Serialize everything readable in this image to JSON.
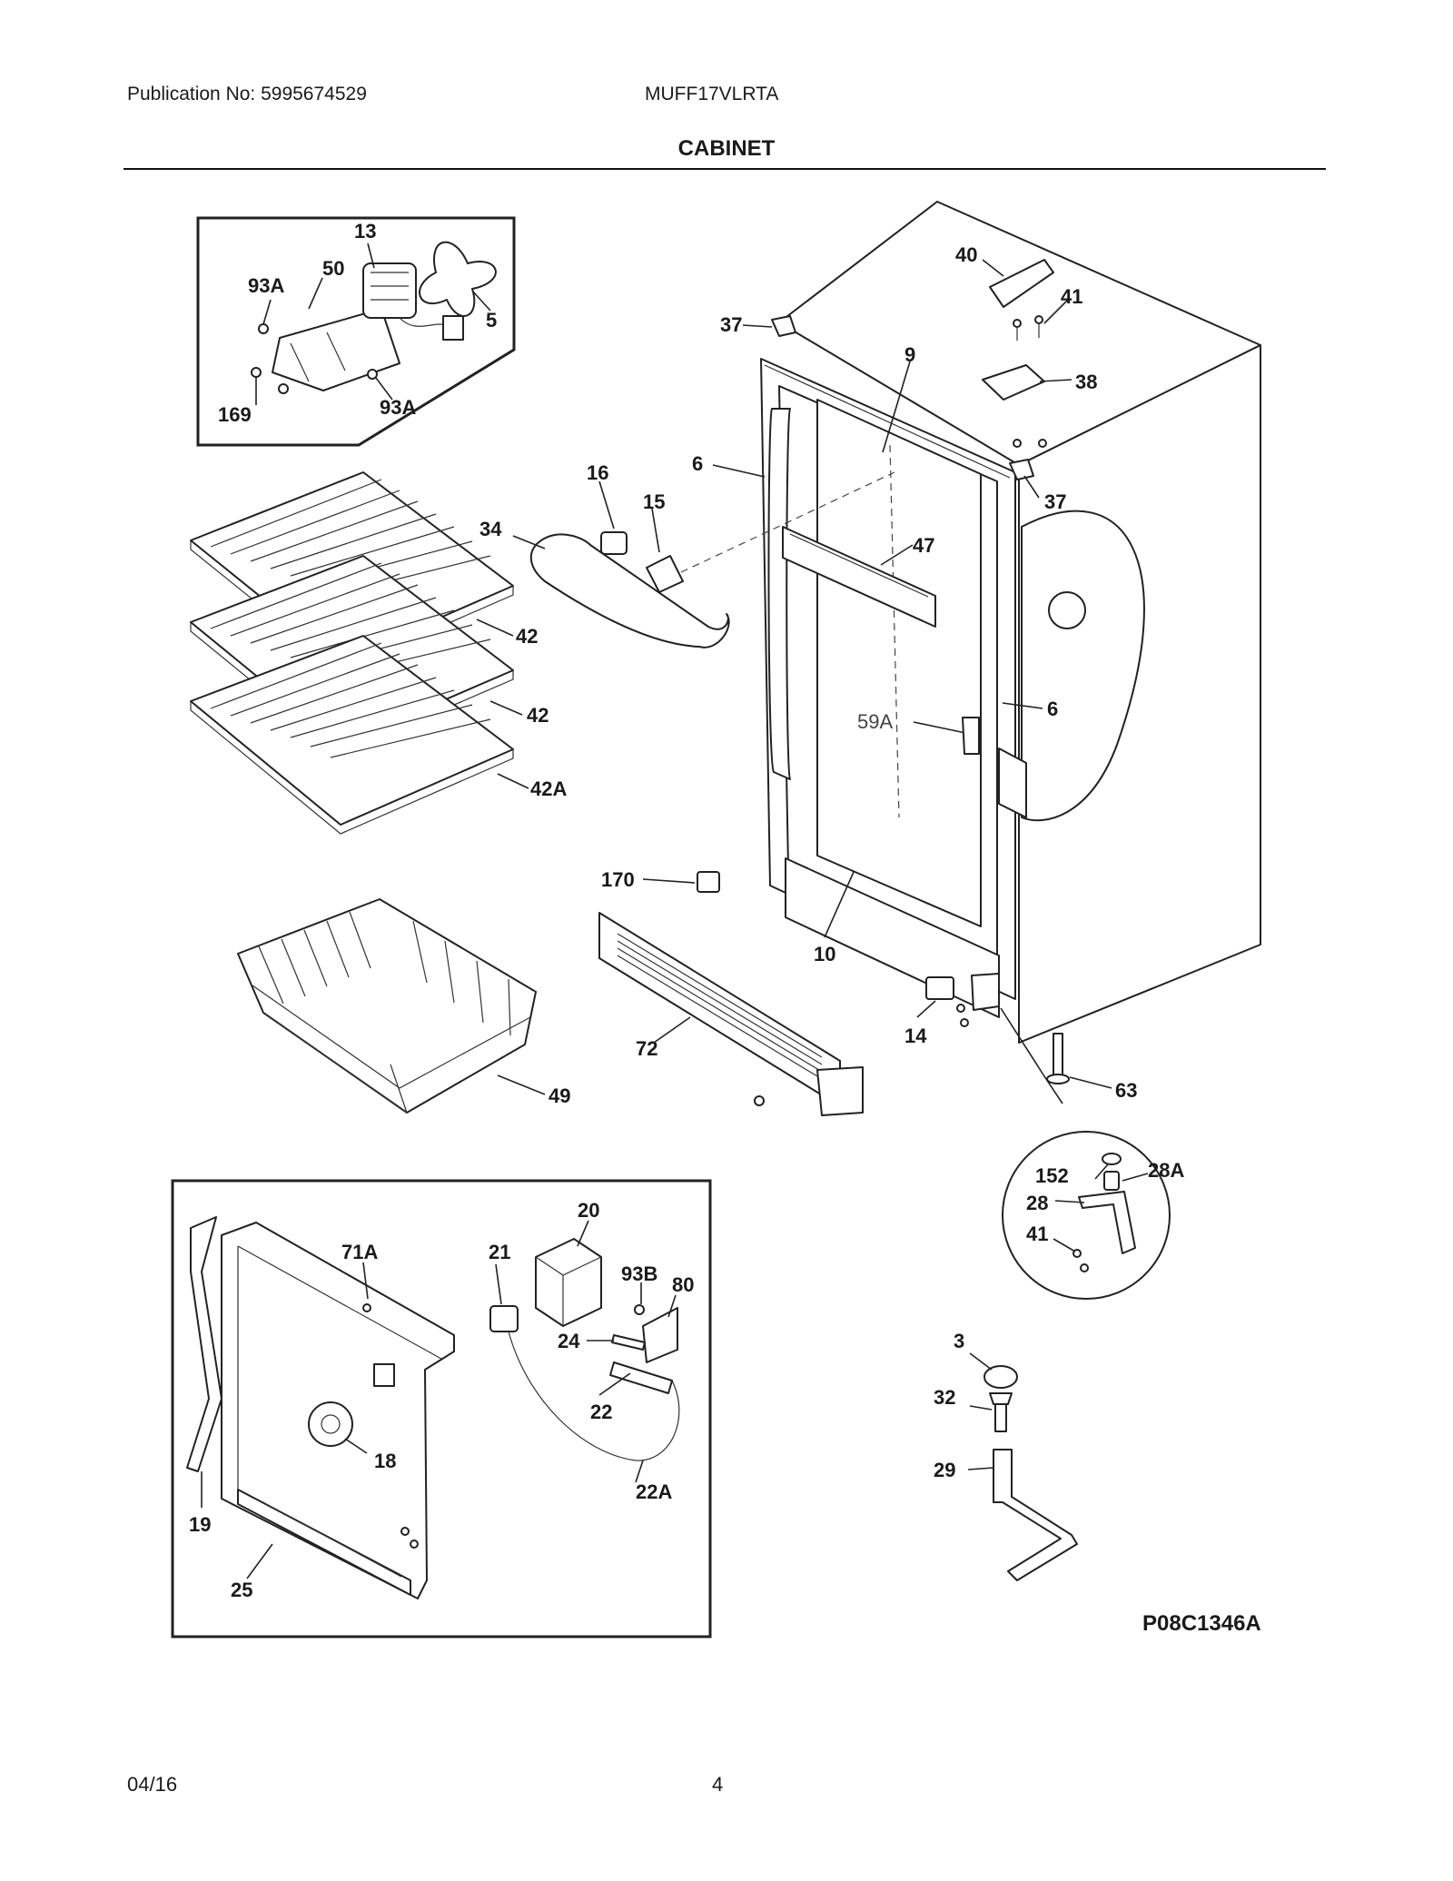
{
  "header": {
    "publication": "Publication No: 5995674529",
    "model": "MUFF17VLRTA",
    "section_title": "CABINET"
  },
  "footer": {
    "date": "04/16",
    "page_number": "4"
  },
  "diagram": {
    "reference_code": "P08C1346A",
    "callouts": {
      "c13": "13",
      "c50": "50",
      "c93a_1": "93A",
      "c5": "5",
      "c169": "169",
      "c93a_2": "93A",
      "c37_1": "37",
      "c40": "40",
      "c41_1": "41",
      "c38": "38",
      "c9": "9",
      "c6_1": "6",
      "c37_2": "37",
      "c16": "16",
      "c15": "15",
      "c34": "34",
      "c47": "47",
      "c6_2": "6",
      "c59a": "59A",
      "c42_1": "42",
      "c42_2": "42",
      "c42a": "42A",
      "c170": "170",
      "c10": "10",
      "c49": "49",
      "c72": "72",
      "c14": "14",
      "c63": "63",
      "c152": "152",
      "c28a": "28A",
      "c28": "28",
      "c41_2": "41",
      "c71a": "71A",
      "c21": "21",
      "c20": "20",
      "c93b": "93B",
      "c80": "80",
      "c24": "24",
      "c22": "22",
      "c18": "18",
      "c22a": "22A",
      "c19": "19",
      "c25": "25",
      "c3": "3",
      "c32": "32",
      "c29": "29"
    }
  }
}
